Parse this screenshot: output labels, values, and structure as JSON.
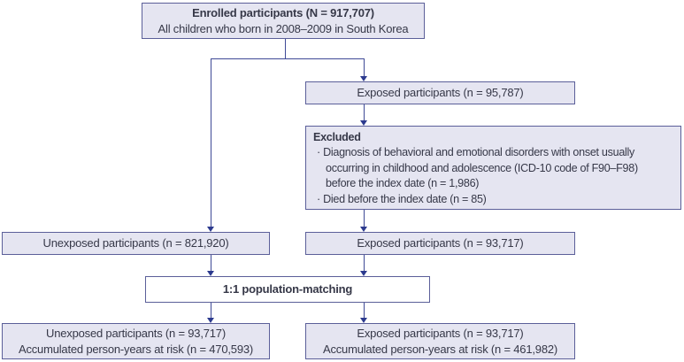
{
  "colors": {
    "box_fill": "#e5e5f1",
    "box_border": "#5b5f99",
    "line": "#3f4a96",
    "arrow": "#2c3a8e",
    "text": "#363848"
  },
  "boxes": {
    "enrolled": {
      "line1": "Enrolled participants (N = 917,707)",
      "line2": "All children who born in 2008–2009 in South Korea"
    },
    "exposed_initial": {
      "label": "Exposed participants (n = 95,787)"
    },
    "excluded": {
      "title": "Excluded",
      "lines": [
        "· Diagnosis of behavioral and emotional disorders with onset usually",
        "occurring in childhood and adolescence (ICD-10 code of F90–F98)",
        "before the index date (n = 1,986)",
        "· Died before the index date (n = 85)"
      ]
    },
    "unexposed": {
      "label": "Unexposed participants (n = 821,920)"
    },
    "exposed_after_exclusion": {
      "label": "Exposed participants (n = 93,717)"
    },
    "matching": {
      "label": "1:1 population-matching"
    },
    "final_unexposed": {
      "line1": "Unexposed participants (n = 93,717)",
      "line2": "Accumulated person-years at risk (n = 470,593)"
    },
    "final_exposed": {
      "line1": "Exposed participants (n = 93,717)",
      "line2": "Accumulated person-years at risk (n = 461,982)"
    }
  }
}
